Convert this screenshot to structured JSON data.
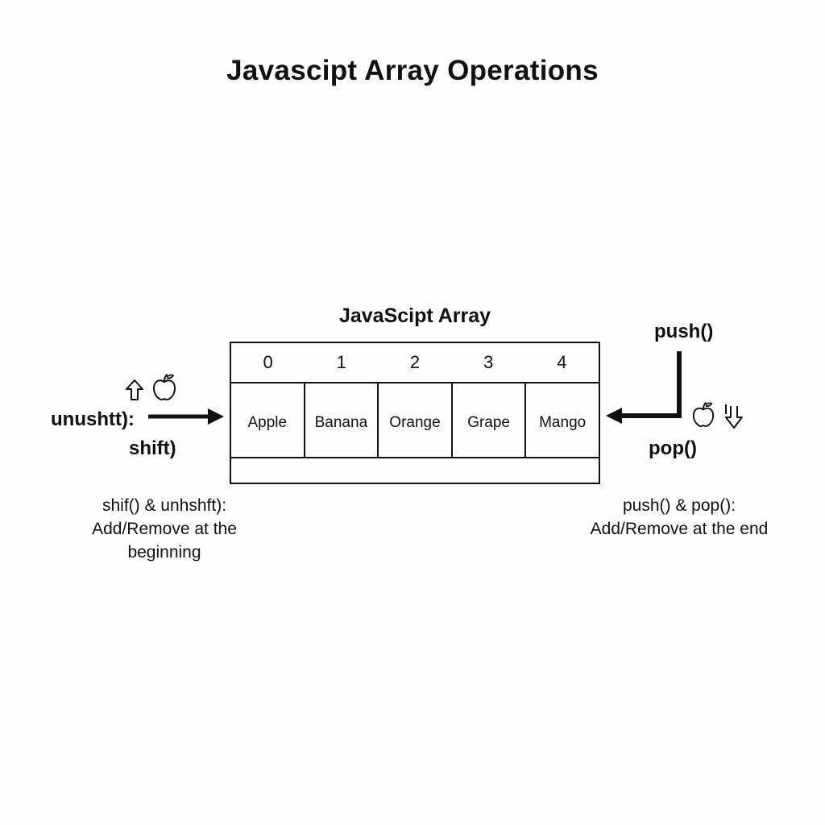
{
  "title": "Javascipt Array Operations",
  "array": {
    "title": "JavaScipt Array",
    "indices": [
      "0",
      "1",
      "2",
      "3",
      "4"
    ],
    "values": [
      "Apple",
      "Banana",
      "Orange",
      "Grape",
      "Mango"
    ]
  },
  "left": {
    "unshift_label": "unushtt):",
    "shift_label": "shift)",
    "caption_line1": "shif() & unhshft):",
    "caption_line2": "Add/Remove at the",
    "caption_line3": "beginning",
    "icons": [
      "arrow-up-icon",
      "apple-icon",
      "arrow-right-icon"
    ]
  },
  "right": {
    "push_label": "push()",
    "pop_label": "pop()",
    "caption_line1": "push() & pop():",
    "caption_line2": "Add/Remove at the end",
    "icons": [
      "apple-icon",
      "arrow-down-icon",
      "arrow-left-icon"
    ]
  },
  "colors": {
    "background": "#fdfdfd",
    "ink": "#111111"
  }
}
